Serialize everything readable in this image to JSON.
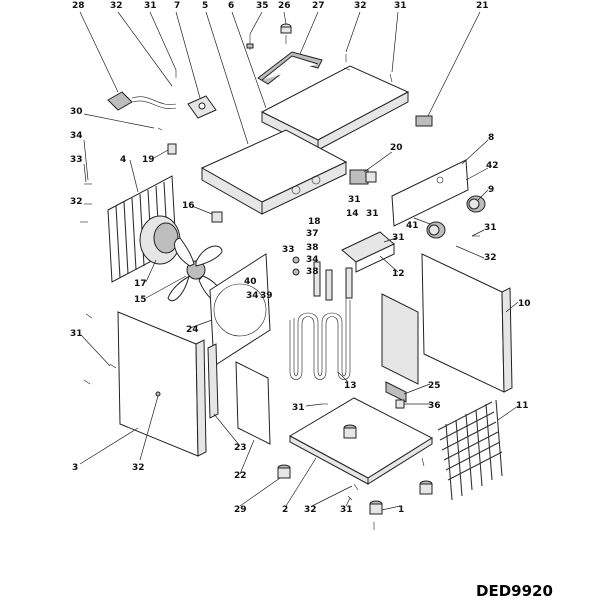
{
  "diagram": {
    "model": "DED9920",
    "labels": [
      "1",
      "2",
      "3",
      "4",
      "5",
      "6",
      "7",
      "8",
      "9",
      "10",
      "11",
      "12",
      "13",
      "14",
      "15",
      "16",
      "17",
      "18",
      "19",
      "20",
      "21",
      "22",
      "23",
      "24",
      "25",
      "26",
      "27",
      "28",
      "29",
      "30",
      "31",
      "32",
      "33",
      "34",
      "35",
      "36",
      "37",
      "38",
      "39",
      "40",
      "41",
      "42"
    ]
  }
}
